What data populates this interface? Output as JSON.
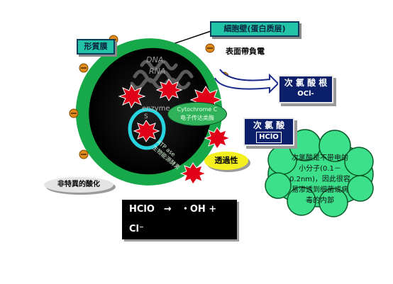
{
  "labels": {
    "cell_wall": "細胞壁(蛋白质层)",
    "membrane": "形質膜",
    "surface_charge": "表面帶負電",
    "hypochlorite_ion_title": "次 氯 酸 根",
    "hypochlorite_ion_formula": "OCl-",
    "hypochlorous_acid_title": "次 氯 酸",
    "hypochlorous_acid_formula": "HClO",
    "dna": "DNA,",
    "rna": "RNA",
    "enzyme": "enzyme",
    "enzyme_sub": "S",
    "cytochrome_1": "Cytochrome C",
    "cytochrome_2": "电子传达类酶",
    "atpase_1": "ATP ase",
    "atpase_2": "生物能源酵素",
    "permeability": "透過性",
    "nonspecific_oxidation": "非特異的酸化",
    "cloud_text": "次氯酸是不带电的小分子(0.1－0.2nm)，因此很容易渗透到细菌或病毒的内部",
    "reaction": "HClO　→　・OH + Cl⁻"
  },
  "colors": {
    "cell_outer": "#17a84a",
    "cell_inner": "#0a0a0a",
    "label_box": "#22c3a6",
    "navy_box": "#0c1f6b",
    "cloud": "#3ce08a",
    "star": "#e00018",
    "cyan_ring": "#27d4e0",
    "dot": "#e08a1a"
  }
}
